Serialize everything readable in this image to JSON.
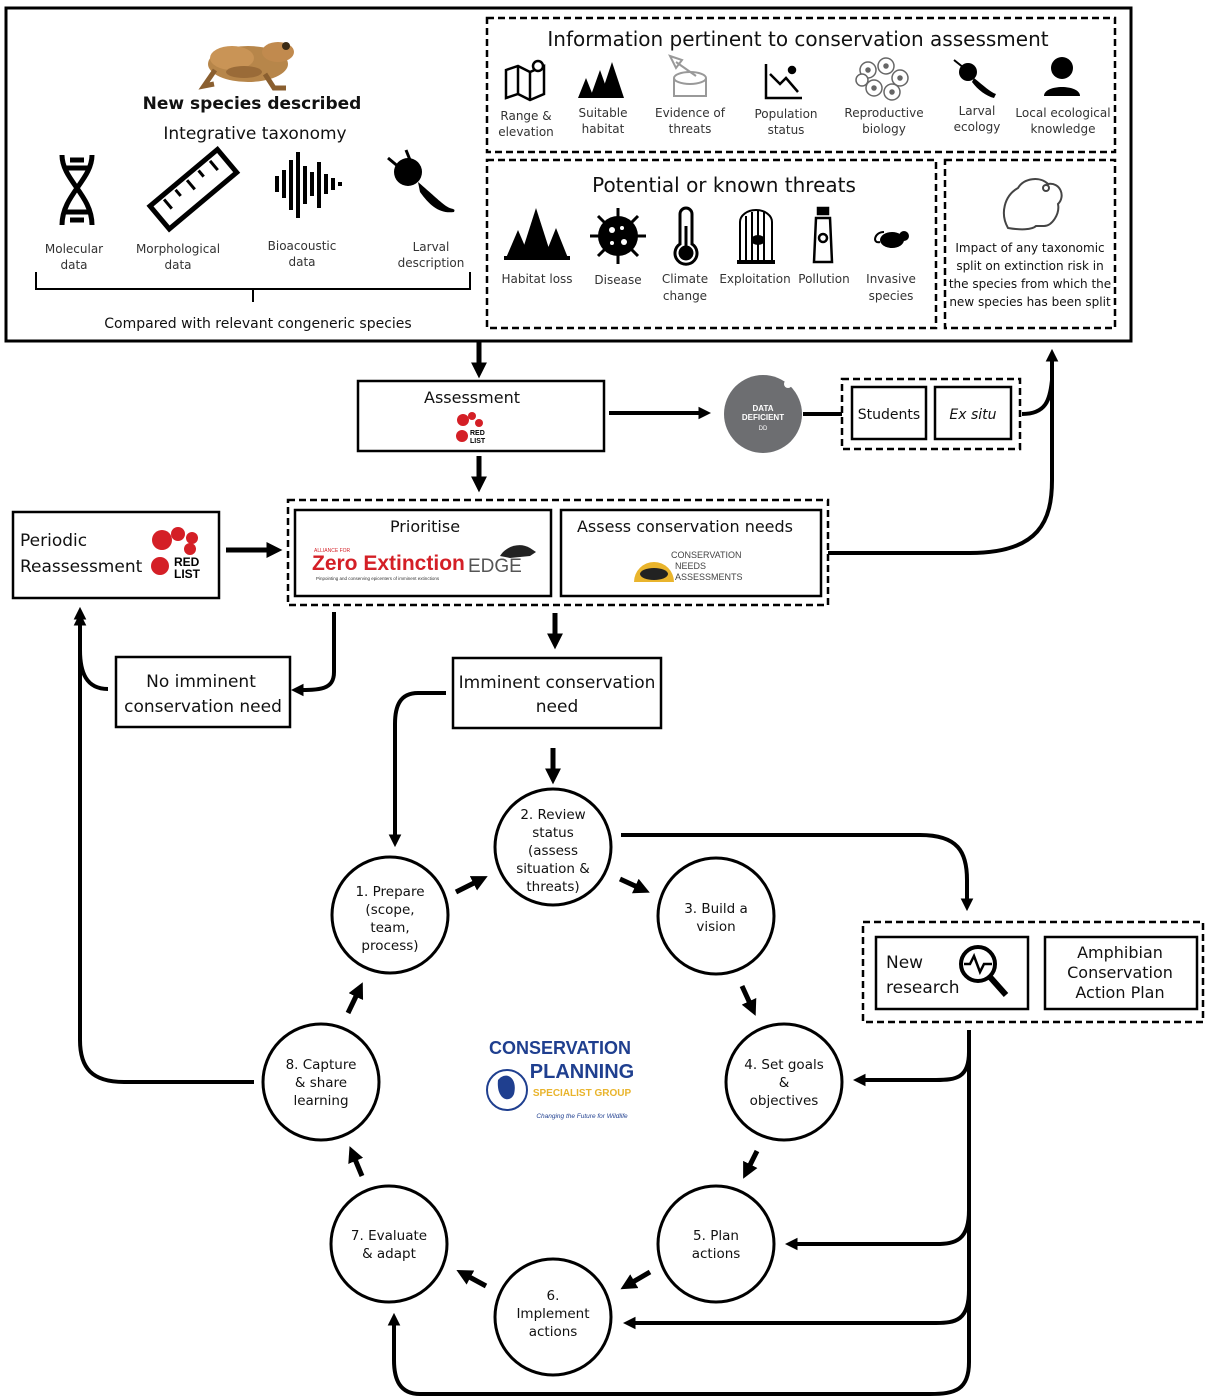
{
  "top_left": {
    "title": "New species described",
    "subtitle": "Integrative taxonomy",
    "items": [
      {
        "line1": "Molecular",
        "line2": "data",
        "icon": "dna-icon"
      },
      {
        "line1": "Morphological",
        "line2": "data",
        "icon": "ruler-icon"
      },
      {
        "line1": "Bioacoustic",
        "line2": "data",
        "icon": "soundwave-icon"
      },
      {
        "line1": "Larval",
        "line2": "description",
        "icon": "tadpole-icon"
      }
    ],
    "compared": "Compared with relevant congeneric species"
  },
  "info_box": {
    "title": "Information pertinent to conservation assessment",
    "items": [
      {
        "line1": "Range &",
        "line2": "elevation",
        "icon": "map-pin-icon"
      },
      {
        "line1": "Suitable",
        "line2": "habitat",
        "icon": "trees-icon"
      },
      {
        "line1": "Evidence of",
        "line2": "threats",
        "icon": "stump-axe-icon"
      },
      {
        "line1": "Population",
        "line2": "status",
        "icon": "decline-graph-icon"
      },
      {
        "line1": "Reproductive",
        "line2": "biology",
        "icon": "eggs-icon"
      },
      {
        "line1": "Larval",
        "line2": "ecology",
        "icon": "tadpole-icon"
      },
      {
        "line1": "Local ecological",
        "line2": "knowledge",
        "icon": "person-icon"
      }
    ]
  },
  "threats_box": {
    "title": "Potential or known threats",
    "items": [
      {
        "line1": "Habitat loss",
        "line2": "",
        "icon": "forest-icon"
      },
      {
        "line1": "Disease",
        "line2": "",
        "icon": "virus-icon"
      },
      {
        "line1": "Climate",
        "line2": "change",
        "icon": "thermometer-icon"
      },
      {
        "line1": "Exploitation",
        "line2": "",
        "icon": "cage-icon"
      },
      {
        "line1": "Pollution",
        "line2": "",
        "icon": "bottle-icon"
      },
      {
        "line1": "Invasive",
        "line2": "species",
        "icon": "rat-icon"
      }
    ]
  },
  "split_box": {
    "lines": [
      "Impact of any taxonomic",
      "split on extinction risk in",
      "the species from which the",
      "new species has been split"
    ]
  },
  "assessment": {
    "label": "Assessment",
    "red_list_1": "RED",
    "red_list_2": "LIST"
  },
  "data_deficient": {
    "line1": "DATA",
    "line2": "DEFICIENT",
    "line3": "DD"
  },
  "students": "Students",
  "ex_situ": "Ex situ",
  "periodic": {
    "line1": "Periodic",
    "line2": "Reassessment"
  },
  "prioritise": {
    "label": "Prioritise",
    "aze_small": "ALLIANCE FOR",
    "aze_main": "Zero Extinction",
    "aze_tag": "Pinpointing and conserving epicenters of imminent extinctions",
    "edge": "EDGE"
  },
  "cna": {
    "label": "Assess conservation needs",
    "logo1": "CONSERVATION",
    "logo2": "NEEDS",
    "logo3": "ASSESSMENTS"
  },
  "no_imminent": {
    "line1": "No imminent",
    "line2": "conservation need"
  },
  "imminent": {
    "line1": "Imminent conservation",
    "line2": "need"
  },
  "new_research": {
    "line1": "New",
    "line2": "research"
  },
  "acap": {
    "line1": "Amphibian",
    "line2": "Conservation",
    "line3": "Action Plan"
  },
  "steps": [
    {
      "lines": [
        "1. Prepare",
        "(scope,",
        "team,",
        "process)"
      ]
    },
    {
      "lines": [
        "2. Review",
        "status",
        "(assess",
        "situation &",
        "threats)"
      ]
    },
    {
      "lines": [
        "3. Build a",
        "vision"
      ]
    },
    {
      "lines": [
        "4. Set goals",
        "&",
        "objectives"
      ]
    },
    {
      "lines": [
        "5. Plan",
        "actions"
      ]
    },
    {
      "lines": [
        "6.",
        "Implement",
        "actions"
      ]
    },
    {
      "lines": [
        "7. Evaluate",
        "& adapt"
      ]
    },
    {
      "lines": [
        "8. Capture",
        "& share",
        "learning"
      ]
    }
  ],
  "cpsg": {
    "line1": "CONSERVATION",
    "line2": "PLANNING",
    "line3": "SPECIALIST GROUP",
    "tagline": "Changing the Future for Wildlife"
  },
  "colors": {
    "red_list": "#d41f26",
    "cna_yellow": "#e9b42c",
    "cpsg_blue": "#1f3f8f",
    "dd_grey": "#6d6e71"
  }
}
